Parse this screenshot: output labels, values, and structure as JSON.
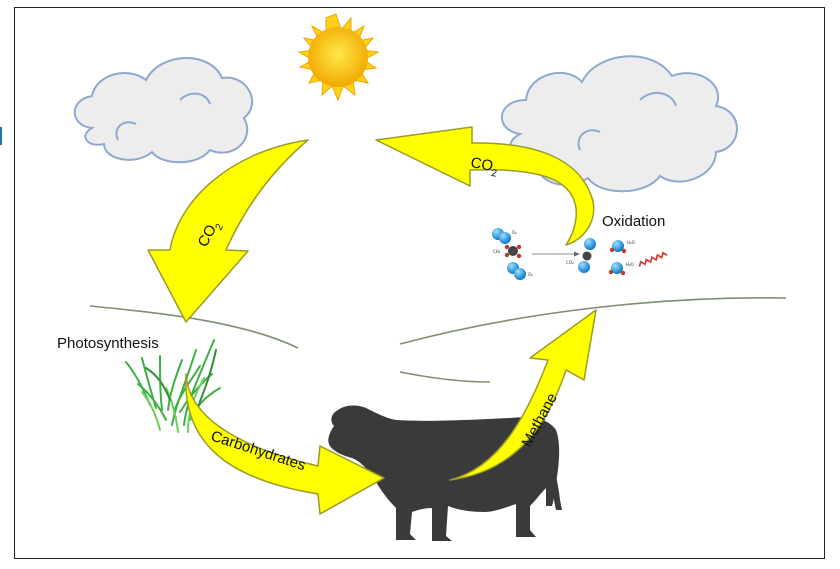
{
  "labels": {
    "photosynthesis": "Photosynthesis",
    "oxidation": "Oxidation",
    "carbohydrates": "Carbohydrates",
    "methane": "Methane",
    "co2_main": "CO",
    "co2_sub": "2"
  },
  "molecule_labels": {
    "o2": "O₂",
    "ch4": "CH₄",
    "co2": "CO₂",
    "h2o": "H₂O"
  },
  "colors": {
    "arrow": "#ffff00",
    "sun": "#f6b800",
    "cow": "#3a3a3a",
    "grass": "#3cb043",
    "oxygen_atom": "#1e9be6",
    "carbon_atom": "#444444",
    "hydrogen_atom": "#c0392b"
  }
}
